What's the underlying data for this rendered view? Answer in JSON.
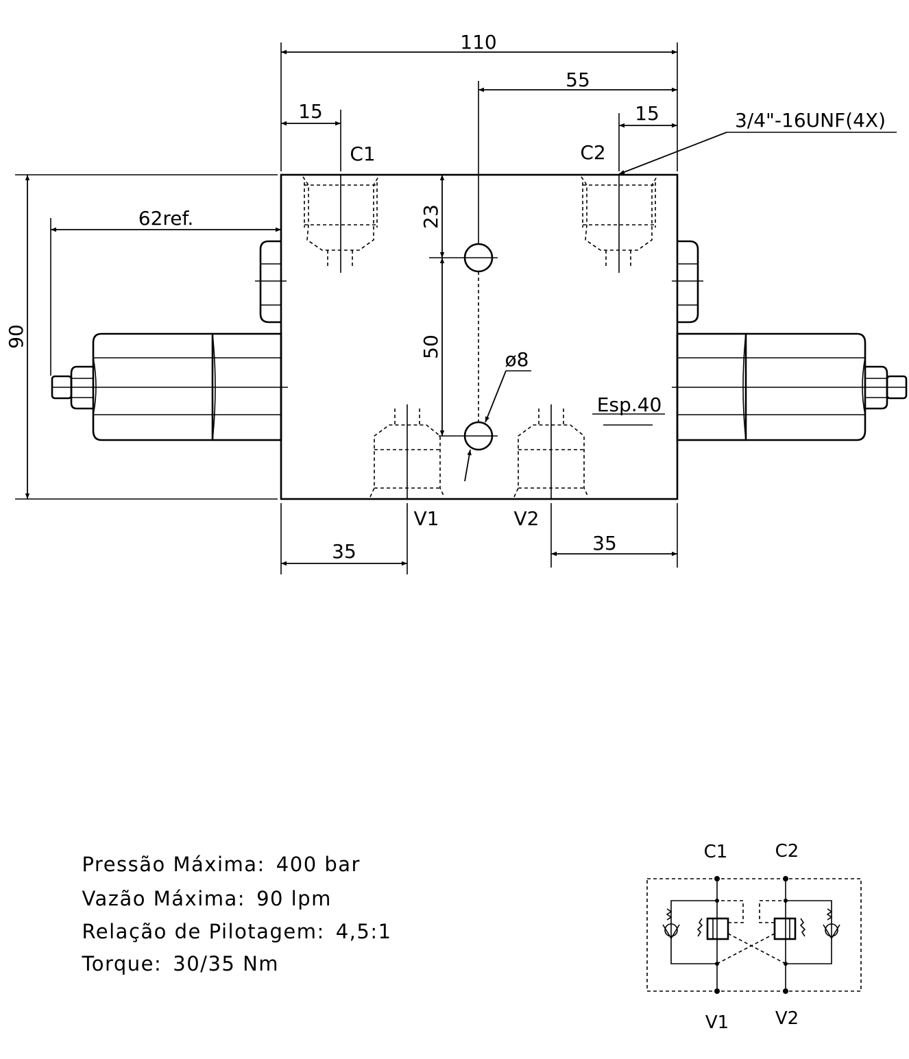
{
  "dimensions": {
    "width_110": "110",
    "half_55": "55",
    "port_offset_c1": "15",
    "port_offset_c2": "15",
    "thread_callout": "3/4\"-16UNF(4X)",
    "height_90": "90",
    "ref_62": "62ref.",
    "hole_23": "23",
    "hole_50": "50",
    "hole_dia": "ø8",
    "thickness": "Esp.40",
    "v1_offset": "35",
    "v2_offset": "35"
  },
  "ports": {
    "c1": "C1",
    "c2": "C2",
    "v1": "V1",
    "v2": "V2"
  },
  "specs": [
    {
      "label": "Pressão Máxima:",
      "value": "400 bar"
    },
    {
      "label": "Vazão Máxima:",
      "value": "90 lpm"
    },
    {
      "label": "Relação de Pilotagem:",
      "value": "4,5:1"
    },
    {
      "label": "Torque:",
      "value": "30/35 Nm"
    }
  ],
  "schematic": {
    "c1": "C1",
    "c2": "C2",
    "v1": "V1",
    "v2": "V2"
  }
}
